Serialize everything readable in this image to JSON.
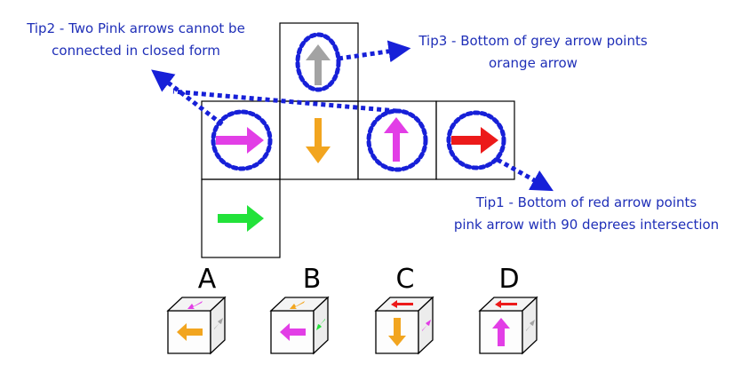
{
  "colors": {
    "tip_text": "#1f2fb8",
    "callout": "#1720d8",
    "pink": "#e23ee6",
    "orange": "#f2a51f",
    "green": "#22e23a",
    "red": "#ec1a1a",
    "grey": "#a3a3a3"
  },
  "tips": {
    "tip1": {
      "line1": "Tip1 - Bottom of red arrow points",
      "line2": "pink arrow with 90 deprees intersection"
    },
    "tip2": {
      "line1": "Tip2 - Two Pink arrows cannot be",
      "line2": "connected in closed form"
    },
    "tip3": {
      "line1": "Tip3 - Bottom of grey arrow points",
      "line2": "orange arrow"
    }
  },
  "net": {
    "faces": [
      {
        "id": "top",
        "arrow": "grey",
        "direction": "up",
        "highlighted": true
      },
      {
        "id": "left",
        "arrow": "pink",
        "direction": "right",
        "highlighted": true
      },
      {
        "id": "center",
        "arrow": "orange",
        "direction": "down",
        "highlighted": false
      },
      {
        "id": "right",
        "arrow": "pink",
        "direction": "up",
        "highlighted": true
      },
      {
        "id": "far-right",
        "arrow": "red",
        "direction": "right",
        "highlighted": true
      },
      {
        "id": "bottom",
        "arrow": "green",
        "direction": "right",
        "highlighted": false
      }
    ]
  },
  "options": [
    {
      "label": "A",
      "front": "orange",
      "top": "pink",
      "side": "grey"
    },
    {
      "label": "B",
      "front": "pink",
      "top": "orange",
      "side": "green"
    },
    {
      "label": "C",
      "front": "orange",
      "top": "red",
      "side": "pink"
    },
    {
      "label": "D",
      "front": "pink",
      "top": "red",
      "side": "grey"
    }
  ]
}
